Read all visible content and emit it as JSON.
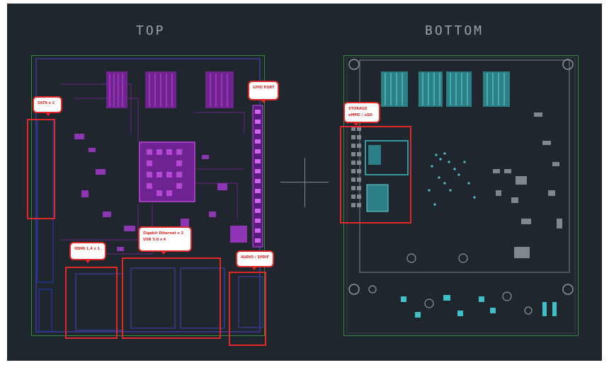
{
  "views": {
    "top_title": "TOP",
    "bottom_title": "BOTTOM"
  },
  "callouts": {
    "sata": "SATA x 2",
    "gpio": "GPIO PORT",
    "hdmi": "HDMI 1.4 x 1",
    "ethernet_line1": "Gigabit Ethernet x 2",
    "ethernet_line2": "USB 3.0 x 4",
    "audio": "AUDIO / SPDIF",
    "storage_line1": "STORAGE",
    "storage_line2": "eMMC / uSD"
  },
  "colors": {
    "background": "#20262d",
    "top_trace": "#9a2bb8",
    "bottom_trace": "#3fbfc7",
    "outline": "#2e8b3a",
    "highlight": "#e02828"
  }
}
